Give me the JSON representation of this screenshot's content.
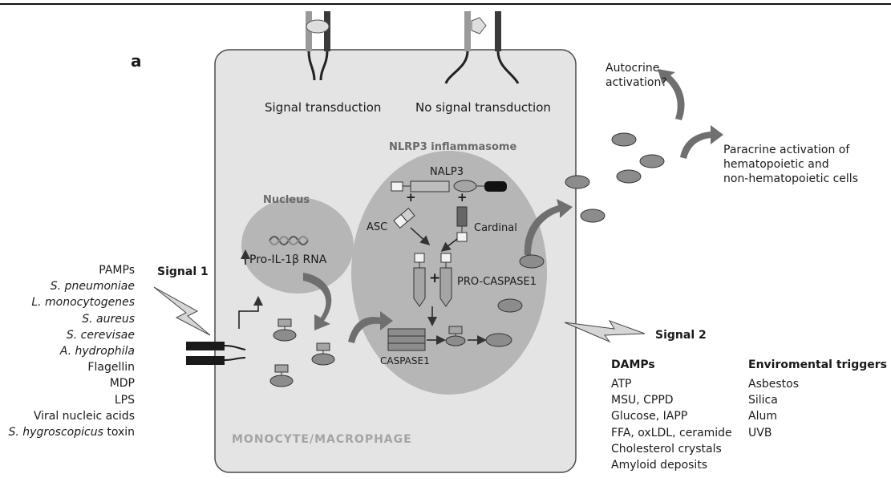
{
  "panel_label": "a",
  "cell_label": "MONOCYTE/MACROPHAGE",
  "receptors": {
    "left_label": "Signal transduction",
    "right_label": "No signal transduction"
  },
  "nucleus": {
    "title": "Nucleus",
    "rna_label": "Pro-IL-1β RNA"
  },
  "inflammasome": {
    "title": "NLRP3 inflammasome",
    "nalp3": "NALP3",
    "asc": "ASC",
    "cardinal": "Cardinal",
    "procaspase": "PRO-CASPASE1",
    "caspase": "CASPASE1",
    "plus": "+"
  },
  "outside": {
    "autocrine": [
      "Autocrine",
      "activation?"
    ],
    "paracrine": [
      "Paracrine activation of",
      "hematopoietic and",
      "non-hematopoietic cells"
    ]
  },
  "signal1": {
    "title": "Signal 1",
    "triggers": [
      {
        "text": "PAMPs",
        "italic": false
      },
      {
        "text": "S. pneumoniae",
        "italic": true
      },
      {
        "text": "L. monocytogenes",
        "italic": true
      },
      {
        "text": "S. aureus",
        "italic": true
      },
      {
        "text": "S. cerevisae",
        "italic": true
      },
      {
        "text": "A. hydrophila",
        "italic": true
      },
      {
        "text": "Flagellin",
        "italic": false
      },
      {
        "text": "MDP",
        "italic": false
      },
      {
        "text": "LPS",
        "italic": false
      },
      {
        "text": "Viral nucleic acids",
        "italic": false
      }
    ],
    "last_trigger_italic": "S. hygroscopicus",
    "last_trigger_rest": " toxin"
  },
  "signal2": {
    "title": "Signal 2",
    "damps_title": "DAMPs",
    "damps": [
      "ATP",
      "MSU, CPPD",
      "Glucose, IAPP",
      "FFA, oxLDL, ceramide",
      "Cholesterol crystals",
      "Amyloid deposits"
    ],
    "env_title": "Enviromental triggers",
    "env": [
      "Asbestos",
      "Silica",
      "Alum",
      "UVB"
    ]
  },
  "colors": {
    "cell_fill": "#e4e4e4",
    "cell_stroke": "#4a4a4a",
    "region_fill": "#b6b6b6",
    "ellipse_fill": "#8c8c8c",
    "arrow_fill": "#6f6f6f",
    "dark": "#1a1a1a"
  }
}
